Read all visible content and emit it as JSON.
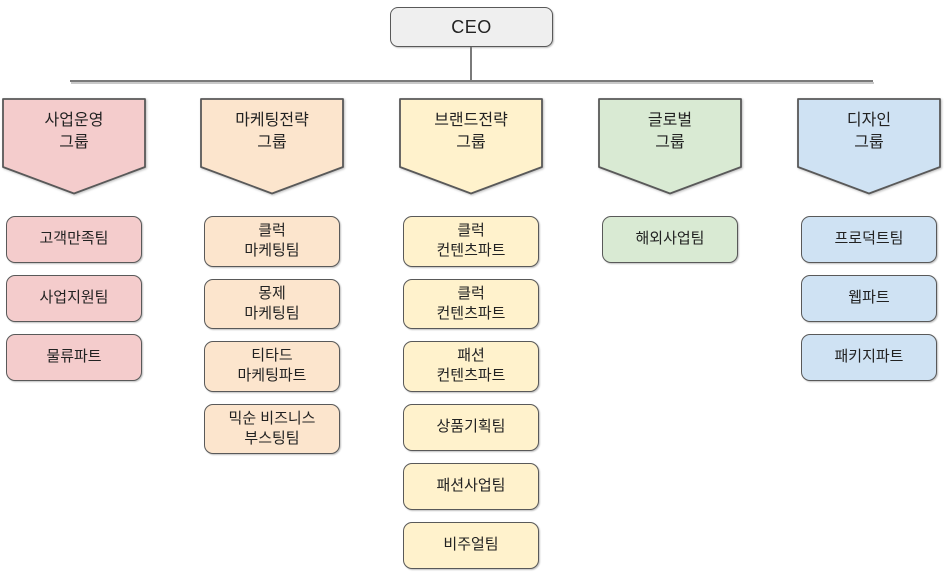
{
  "root": {
    "label": "CEO",
    "fill": "#efefef"
  },
  "groups": [
    {
      "slug": "business-operations",
      "label": "사업운영\n그룹",
      "color": "#f4cccc",
      "teams": [
        "고객만족팀",
        "사업지원팀",
        "물류파트"
      ]
    },
    {
      "slug": "marketing-strategy",
      "label": "마케팅전략\n그룹",
      "color": "#fce5cd",
      "teams": [
        "클럭\n마케팅팀",
        "몽제\n마케팅팀",
        "티타드\n마케팅파트",
        "믹순 비즈니스\n부스팅팀"
      ]
    },
    {
      "slug": "brand-strategy",
      "label": "브랜드전략\n그룹",
      "color": "#fff2cc",
      "teams": [
        "클럭\n컨텐츠파트",
        "클럭\n컨텐츠파트",
        "패션\n컨텐츠파트",
        "상품기획팀",
        "패션사업팀",
        "비주얼팀"
      ]
    },
    {
      "slug": "global",
      "label": "글로벌\n그룹",
      "color": "#d9ead3",
      "teams": [
        "해외사업팀"
      ]
    },
    {
      "slug": "design",
      "label": "디자인\n그룹",
      "color": "#cfe2f3",
      "teams": [
        "프로덕트팀",
        "웹파트",
        "패키지파트"
      ]
    }
  ],
  "colors": {
    "border": "#595959",
    "connector_line": "#7a7a7a",
    "text": "#222222",
    "background": "#ffffff"
  }
}
